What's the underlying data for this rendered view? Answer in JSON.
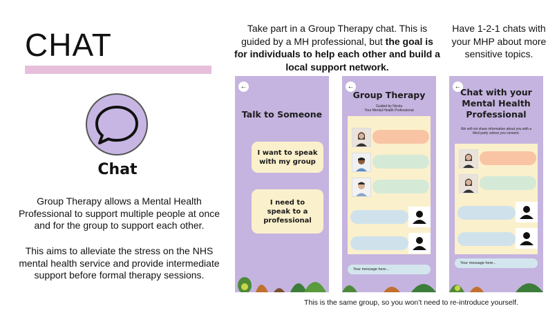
{
  "left": {
    "title": "CHAT",
    "icon_label": "Chat",
    "paragraph1": "Group Therapy allows a Mental Health Professional to support multiple people at once and for the group to support each other.",
    "paragraph2": "This aims to alleviate the stress on the NHS mental health service and provide intermediate support before formal therapy sessions."
  },
  "descriptions": {
    "group_intro": "Take part in a Group Therapy chat. This is guided by a MH professional, but ",
    "group_bold": "the goal is for individuals to help each other and build a local support network.",
    "one_to_one": "Have 1-2-1 chats with your MHP about more sensitive topics.",
    "caption": "This is the same group, so you won’t need to re-introduce yourself."
  },
  "phone1": {
    "back": "←",
    "title": "Talk to Someone",
    "option_group": "I want to speak with my group",
    "option_professional": "I need to speak to a professional"
  },
  "phone2": {
    "back": "←",
    "title": "Group Therapy",
    "guided_by": "Guided by Nicola",
    "guided_role": "Your Mental Health Professional",
    "input_placeholder": "Your message here..."
  },
  "phone3": {
    "back": "←",
    "title": "Chat with your Mental Health Professional",
    "notice": "We will not share information about you with a third party unless you consent.",
    "input_placeholder": "Your message here..."
  },
  "colors": {
    "phone_bg": "#c5b4df",
    "panel": "#fbf0cc",
    "accent_bar": "#e7bfdc",
    "icon_circle": "#c7b6e3"
  }
}
